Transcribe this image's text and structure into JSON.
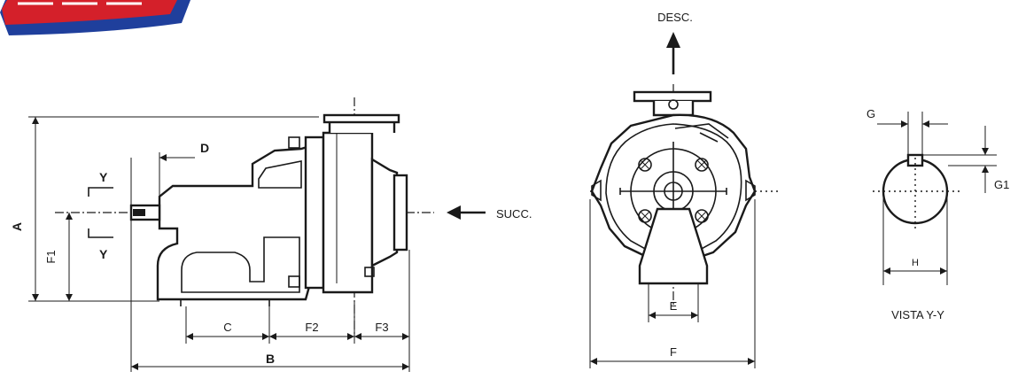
{
  "labels": {
    "desc": "DESC.",
    "succ": "SUCC.",
    "vista": "VISTA Y-Y",
    "dim_a": "A",
    "dim_b": "B",
    "dim_c": "C",
    "dim_d": "D",
    "dim_e": "E",
    "dim_f": "F",
    "dim_f1": "F1",
    "dim_f2": "F2",
    "dim_f3": "F3",
    "dim_g": "G",
    "dim_g1": "G1",
    "dim_h": "H",
    "section_y_top": "Y",
    "section_y_bottom": "Y"
  },
  "colors": {
    "ink": "#1a1a1a",
    "background": "#ffffff",
    "logo_red": "#d4202a",
    "logo_blue": "#1f3f9c"
  }
}
